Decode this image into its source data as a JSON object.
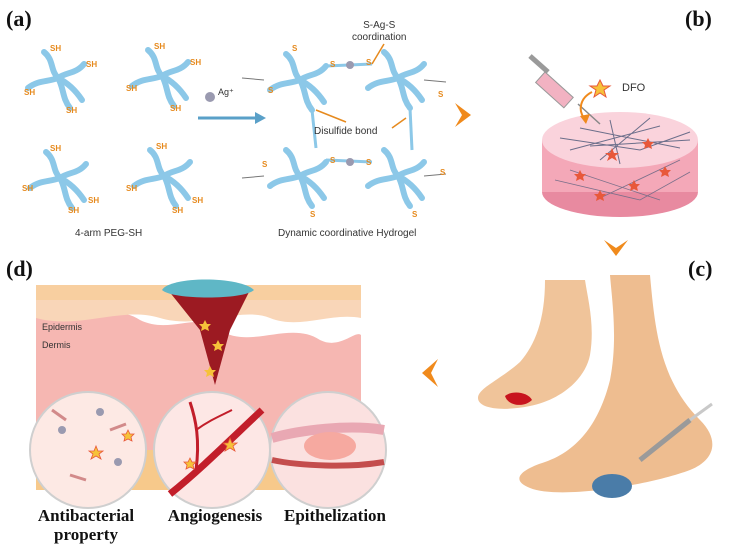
{
  "panels": {
    "a": "(a)",
    "b": "(b)",
    "c": "(c)",
    "d": "(d)"
  },
  "panel_a": {
    "sh": "SH",
    "ag_ion": "Ag⁺",
    "peg_label": "4-arm PEG-SH",
    "s_label": "S",
    "coordination_label": "S-Ag-S\ncoordination",
    "coordination_line1": "S-Ag-S",
    "coordination_line2": "coordination",
    "disulfide_label": "Disulfide bond",
    "hydrogel_label": "Dynamic coordinative Hydrogel"
  },
  "panel_b": {
    "drug_label": "DFO"
  },
  "panel_d": {
    "epidermis_label": "Epidermis",
    "dermis_label": "Dermis",
    "captions": {
      "antibacterial_line1": "Antibacterial",
      "antibacterial_line2": "property",
      "angiogenesis": "Angiogenesis",
      "epithelization": "Epithelization"
    }
  },
  "colors": {
    "peg_arm": "#8cc8e8",
    "thiol": "#e68a1e",
    "arrow": "#f08a1c",
    "hydrogel_disc": "#f4a8b8",
    "fiber": "#6b6e8a",
    "star": "#e8583a",
    "skin_top": "#f8cfa0",
    "dermis": "#f6b7b2",
    "wound": "#9c1a22",
    "foot": "#f0c49a"
  }
}
